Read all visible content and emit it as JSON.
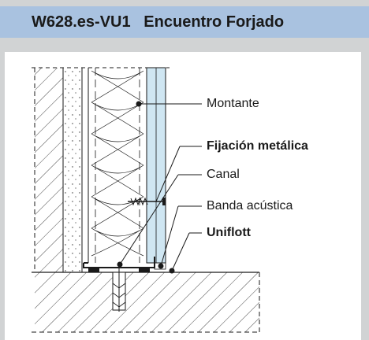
{
  "header": {
    "code": "W628.es-VU1",
    "title": "Encuentro Forjado"
  },
  "labels": {
    "montante": "Montante",
    "fijacion": "Fijación metálica",
    "canal": "Canal",
    "banda": "Banda acústica",
    "uniflott": "Uniflott"
  },
  "colors": {
    "title_bar": "#a9c2e0",
    "border_gray": "#d1d3d4",
    "board_blue": "#cfe6f2",
    "line": "#1a1a1a"
  }
}
